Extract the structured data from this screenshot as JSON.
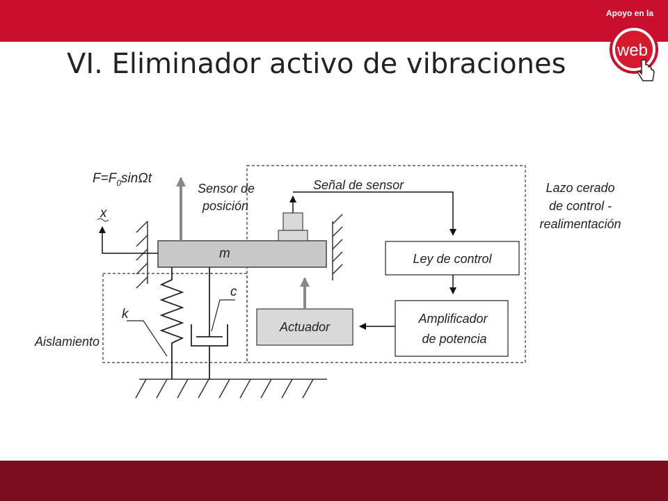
{
  "slide": {
    "title": "VI. Eliminador activo de vibraciones"
  },
  "badge": {
    "text": "Apoyo en la",
    "logo_word": "web",
    "icon": "hand-pointer-icon"
  },
  "diagram": {
    "force_label": "F=F",
    "force_subscript": "0",
    "force_suffix": "sinΩt",
    "displacement_label": "x",
    "mass_label": "m",
    "spring_label": "k",
    "damper_label": "c",
    "isolation_label": "Aislamiento",
    "sensor_label_line1": "Sensor de",
    "sensor_label_line2": "posición",
    "sensor_signal_label": "Señal de sensor",
    "loop_label_line1": "Lazo cerado",
    "loop_label_line2": "de control -",
    "loop_label_line3": "realimentación",
    "control_law_label": "Ley de control",
    "amplifier_label_line1": "Amplificador",
    "amplifier_label_line2": "de potencia",
    "actuator_label": "Actuador"
  },
  "colors": {
    "top_band": "#c8102e",
    "bottom_band": "#7d0d1e",
    "mass_fill": "#c8c8c8",
    "actuator_fill": "#d9d9d9"
  }
}
